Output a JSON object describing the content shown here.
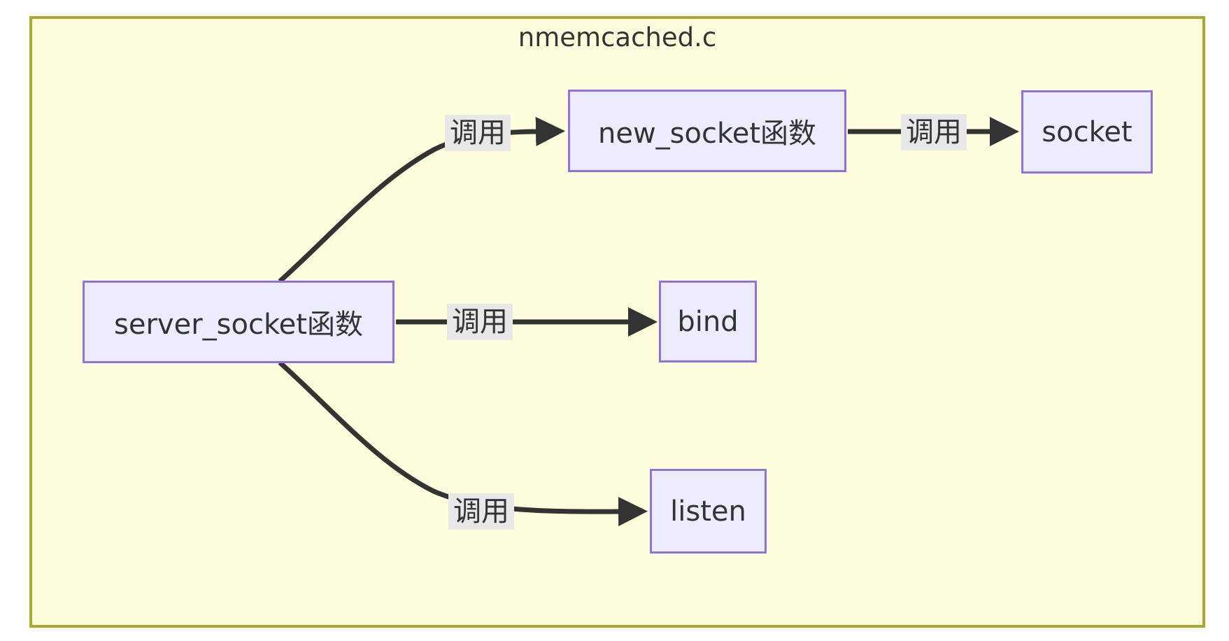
{
  "diagram": {
    "title": "nmemcached.c",
    "type": "flowchart",
    "nodes": [
      {
        "id": "server_socket",
        "label": "server_socket函数"
      },
      {
        "id": "new_socket",
        "label": "new_socket函数"
      },
      {
        "id": "socket",
        "label": "socket"
      },
      {
        "id": "bind",
        "label": "bind"
      },
      {
        "id": "listen",
        "label": "listen"
      }
    ],
    "edges": [
      {
        "from": "server_socket",
        "to": "new_socket",
        "label": "调用"
      },
      {
        "from": "new_socket",
        "to": "socket",
        "label": "调用"
      },
      {
        "from": "server_socket",
        "to": "bind",
        "label": "调用"
      },
      {
        "from": "server_socket",
        "to": "listen",
        "label": "调用"
      }
    ],
    "colors": {
      "container_fill": "#ffffde",
      "container_border": "#aaaa33",
      "node_fill": "#ececff",
      "node_border": "#9370db",
      "edge": "#333333",
      "edge_label_bg": "#e8e8e8",
      "text": "#333333"
    }
  }
}
